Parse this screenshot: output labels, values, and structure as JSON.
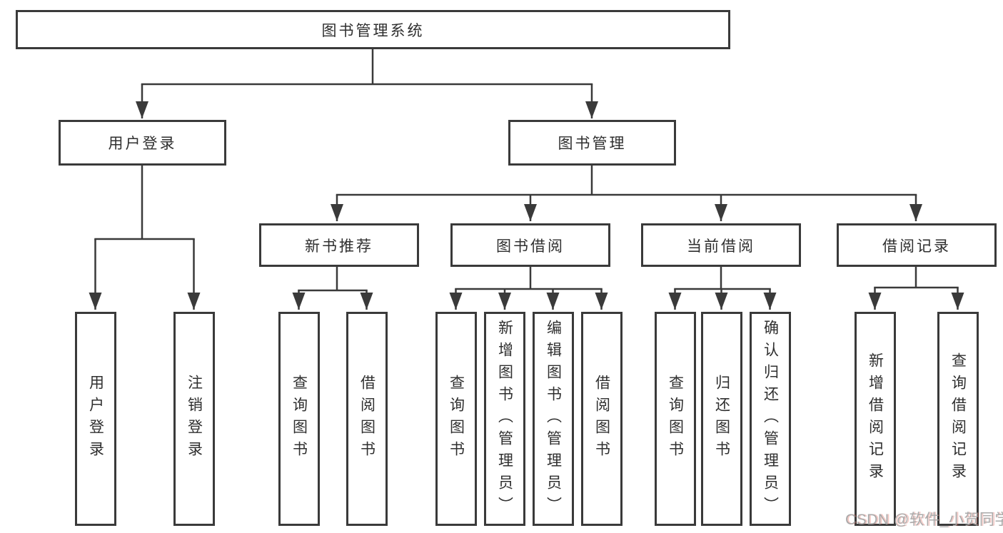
{
  "colors": {
    "background": "#ffffff",
    "line": "#3a3a3a",
    "text": "#2f2f2f",
    "watermark": "#a6a6a6"
  },
  "diagram": {
    "type": "hierarchy-tree",
    "root": {
      "label": "图书管理系统"
    },
    "level2": [
      {
        "label": "用户登录",
        "parent": "图书管理系统"
      },
      {
        "label": "图书管理",
        "parent": "图书管理系统"
      }
    ],
    "level3": [
      {
        "label": "新书推荐",
        "parent": "图书管理"
      },
      {
        "label": "图书借阅",
        "parent": "图书管理"
      },
      {
        "label": "当前借阅",
        "parent": "图书管理"
      },
      {
        "label": "借阅记录",
        "parent": "图书管理"
      }
    ],
    "leaves": [
      {
        "label": "用户登录",
        "parent": "用户登录"
      },
      {
        "label": "注销登录",
        "parent": "用户登录"
      },
      {
        "label": "查询图书",
        "parent": "新书推荐"
      },
      {
        "label": "借阅图书",
        "parent": "新书推荐"
      },
      {
        "label": "查询图书",
        "parent": "图书借阅"
      },
      {
        "label": "新增图书（管理员）",
        "parent": "图书借阅"
      },
      {
        "label": "编辑图书（管理员）",
        "parent": "图书借阅"
      },
      {
        "label": "借阅图书",
        "parent": "图书借阅"
      },
      {
        "label": "查询图书",
        "parent": "当前借阅"
      },
      {
        "label": "归还图书",
        "parent": "当前借阅"
      },
      {
        "label": "确认归还（管理员）",
        "parent": "当前借阅"
      },
      {
        "label": "新增借阅记录",
        "parent": "借阅记录"
      },
      {
        "label": "查询借阅记录",
        "parent": "借阅记录"
      }
    ]
  },
  "watermark": {
    "text": "CSDN @软件_小贺同学"
  }
}
